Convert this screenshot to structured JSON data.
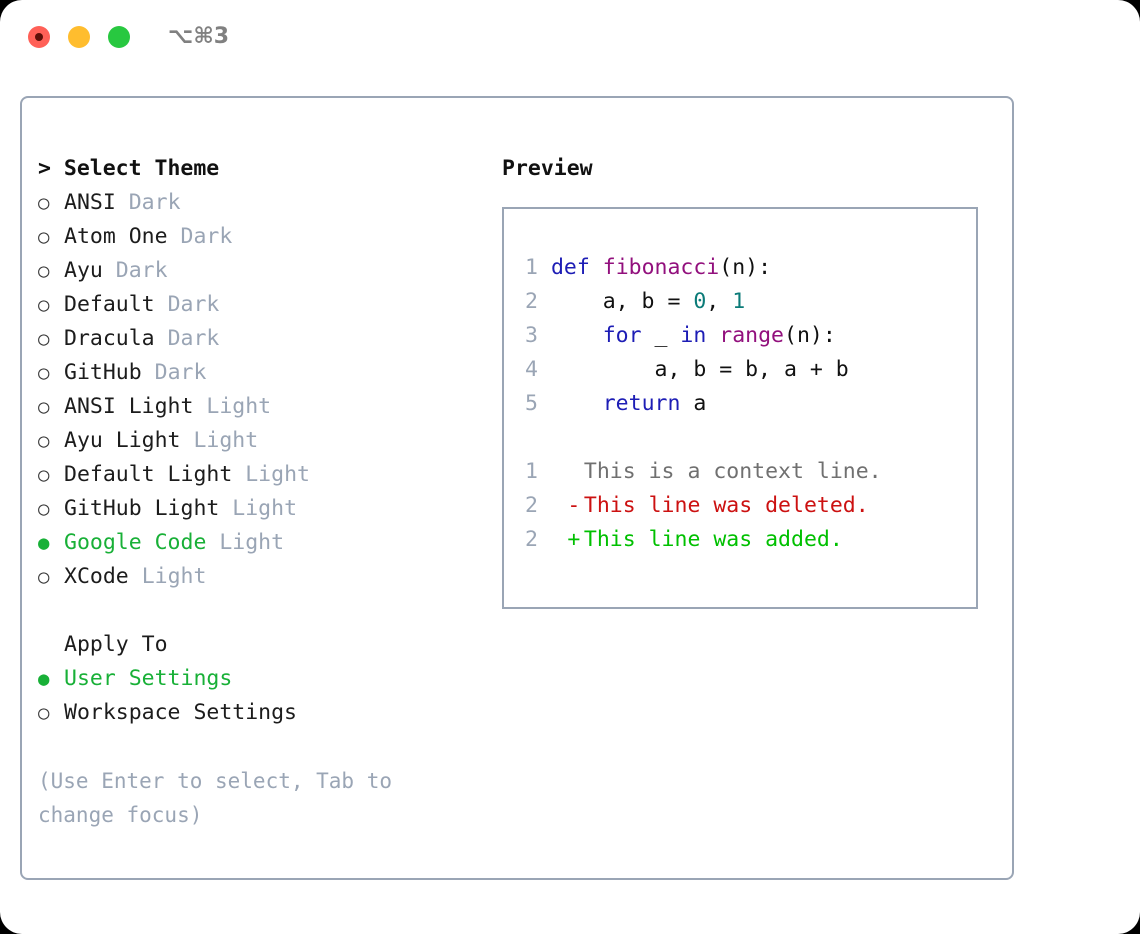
{
  "window": {
    "shortcut_label": "⌥⌘3",
    "traffic_lights": [
      "close-red-recording",
      "minimize-yellow",
      "maximize-green"
    ]
  },
  "left_panel": {
    "header": {
      "prompt": "> ",
      "title": "Select Theme"
    },
    "markers": {
      "selected": "●",
      "unselected": "○"
    },
    "themes": [
      {
        "name": "ANSI",
        "variant": "Dark",
        "selected": false
      },
      {
        "name": "Atom One",
        "variant": "Dark",
        "selected": false
      },
      {
        "name": "Ayu",
        "variant": "Dark",
        "selected": false
      },
      {
        "name": "Default",
        "variant": "Dark",
        "selected": false
      },
      {
        "name": "Dracula",
        "variant": "Dark",
        "selected": false
      },
      {
        "name": "GitHub",
        "variant": "Dark",
        "selected": false
      },
      {
        "name": "ANSI Light",
        "variant": "Light",
        "selected": false
      },
      {
        "name": "Ayu Light",
        "variant": "Light",
        "selected": false
      },
      {
        "name": "Default Light",
        "variant": "Light",
        "selected": false
      },
      {
        "name": "GitHub Light",
        "variant": "Light",
        "selected": false
      },
      {
        "name": "Google Code",
        "variant": "Light",
        "selected": true
      },
      {
        "name": "XCode",
        "variant": "Light",
        "selected": false
      }
    ],
    "apply_to": {
      "header": "Apply To",
      "options": [
        {
          "name": "User Settings",
          "selected": true
        },
        {
          "name": "Workspace Settings",
          "selected": false
        }
      ]
    },
    "hint": "(Use Enter to select, Tab to change focus)"
  },
  "right_panel": {
    "title": "Preview",
    "code_lines": [
      {
        "ln": "1",
        "tokens": [
          {
            "t": "def",
            "k": "kw"
          },
          {
            "t": " ",
            "k": "pl"
          },
          {
            "t": "fibonacci",
            "k": "fn"
          },
          {
            "t": "(n):",
            "k": "pl"
          }
        ]
      },
      {
        "ln": "2",
        "tokens": [
          {
            "t": "    a, b = ",
            "k": "pl"
          },
          {
            "t": "0",
            "k": "num"
          },
          {
            "t": ", ",
            "k": "pl"
          },
          {
            "t": "1",
            "k": "num"
          }
        ]
      },
      {
        "ln": "3",
        "tokens": [
          {
            "t": "    ",
            "k": "pl"
          },
          {
            "t": "for",
            "k": "kw"
          },
          {
            "t": " _ ",
            "k": "pl"
          },
          {
            "t": "in",
            "k": "kw"
          },
          {
            "t": " ",
            "k": "pl"
          },
          {
            "t": "range",
            "k": "fn"
          },
          {
            "t": "(n):",
            "k": "pl"
          }
        ]
      },
      {
        "ln": "4",
        "tokens": [
          {
            "t": "        a, b = b, a + b",
            "k": "pl"
          }
        ]
      },
      {
        "ln": "5",
        "tokens": [
          {
            "t": "    ",
            "k": "pl"
          },
          {
            "t": "return",
            "k": "kw"
          },
          {
            "t": " a",
            "k": "pl"
          }
        ]
      }
    ],
    "diff_lines": [
      {
        "ln": "1",
        "sign": " ",
        "text": "This is a context line.",
        "kind": "ctx"
      },
      {
        "ln": "2",
        "sign": "-",
        "text": "This line was deleted.",
        "kind": "del"
      },
      {
        "ln": "2",
        "sign": "+",
        "text": "This line was added.",
        "kind": "add"
      }
    ]
  },
  "colors": {
    "border": "#9aa5b5",
    "selected_green": "#18b037",
    "muted": "#9aa5b5",
    "keyword": "#1d1db5",
    "function": "#92107d",
    "number": "#0b7b78",
    "diff_add": "#00c000",
    "diff_del": "#cc1111",
    "diff_ctx": "#707070"
  }
}
